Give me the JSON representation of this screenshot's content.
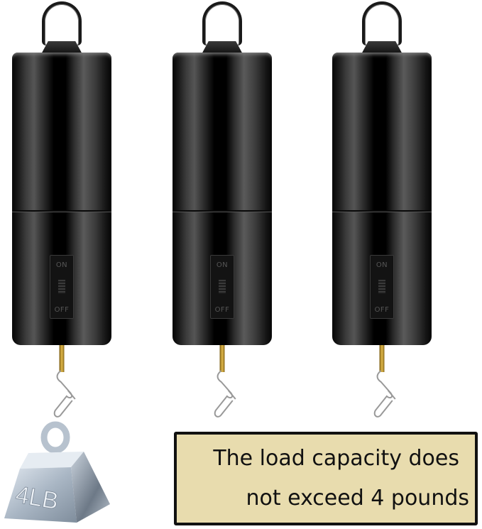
{
  "product": {
    "units": [
      {
        "switch_on_label": "ON",
        "switch_off_label": "OFF"
      },
      {
        "switch_on_label": "ON",
        "switch_off_label": "OFF"
      },
      {
        "switch_on_label": "ON",
        "switch_off_label": "OFF"
      }
    ],
    "weight_label": "4LB",
    "notice": {
      "line1": "The load capacity does",
      "line2": "not exceed 4 pounds",
      "background_color": "#e8dcae",
      "border_color": "#111111"
    }
  }
}
